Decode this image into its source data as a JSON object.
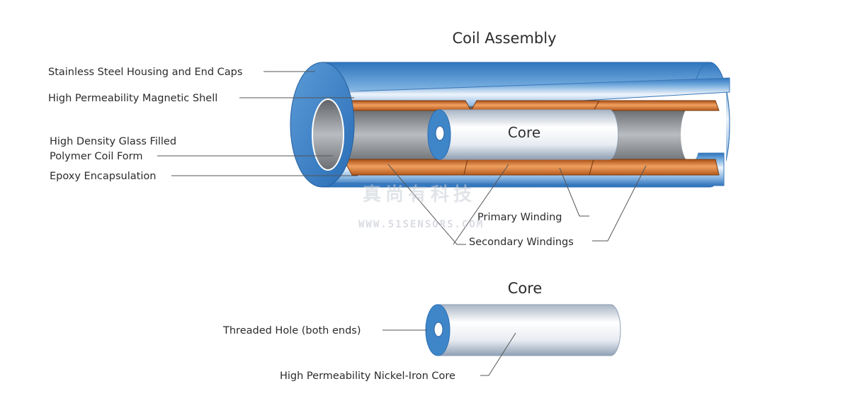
{
  "titles": {
    "assembly": "Coil Assembly",
    "core": "Core"
  },
  "assembly_labels": {
    "housing": "Stainless Steel Housing and End Caps",
    "shell": "High Permeability Magnetic Shell",
    "coil_form_line1": "High Density Glass Filled",
    "coil_form_line2": "Polymer Coil Form",
    "epoxy": "Epoxy Encapsulation",
    "core_inside": "Core",
    "primary": "Primary Winding",
    "secondary": "Secondary Windings"
  },
  "core_labels": {
    "threaded_hole": "Threaded Hole (both ends)",
    "nickel_iron": "High Permeability Nickel-Iron Core"
  },
  "watermark": {
    "chinese": "真尚有科技",
    "url": "WWW.51SENSORS.COM"
  },
  "colors": {
    "housing_blue": "#3f86c9",
    "copper": "#d9782e",
    "core_silver": "#e6eaf0",
    "bore_gray": "#8a8d91"
  }
}
